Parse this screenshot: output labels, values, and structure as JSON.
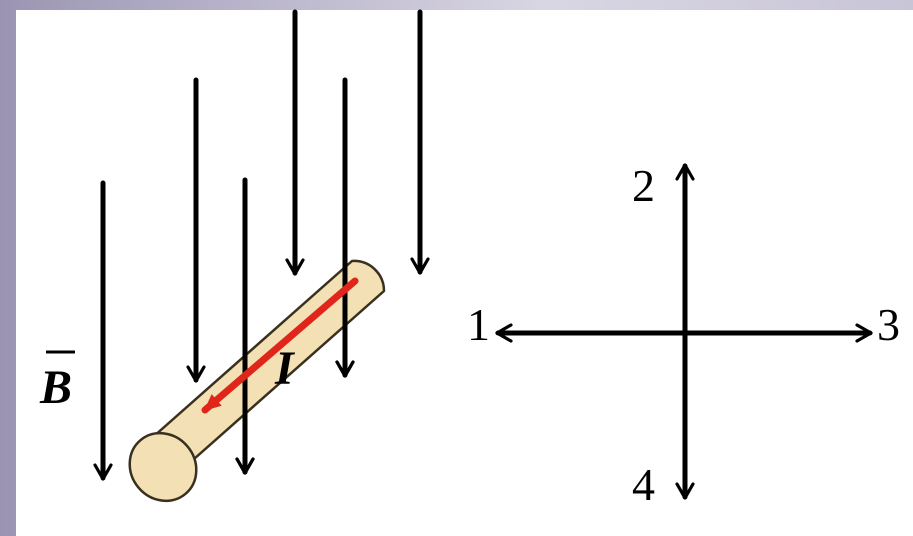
{
  "labels": {
    "field": "B",
    "current": "I",
    "dir1": "1",
    "dir2": "2",
    "dir3": "3",
    "dir4": "4"
  },
  "colors": {
    "background_gradient_left": "#9b95b3",
    "panel": "#ffffff",
    "arrows": "#000000",
    "rod_fill": "#f3e0b4",
    "rod_outline": "#3a3020",
    "current_arrow": "#e0251b"
  }
}
